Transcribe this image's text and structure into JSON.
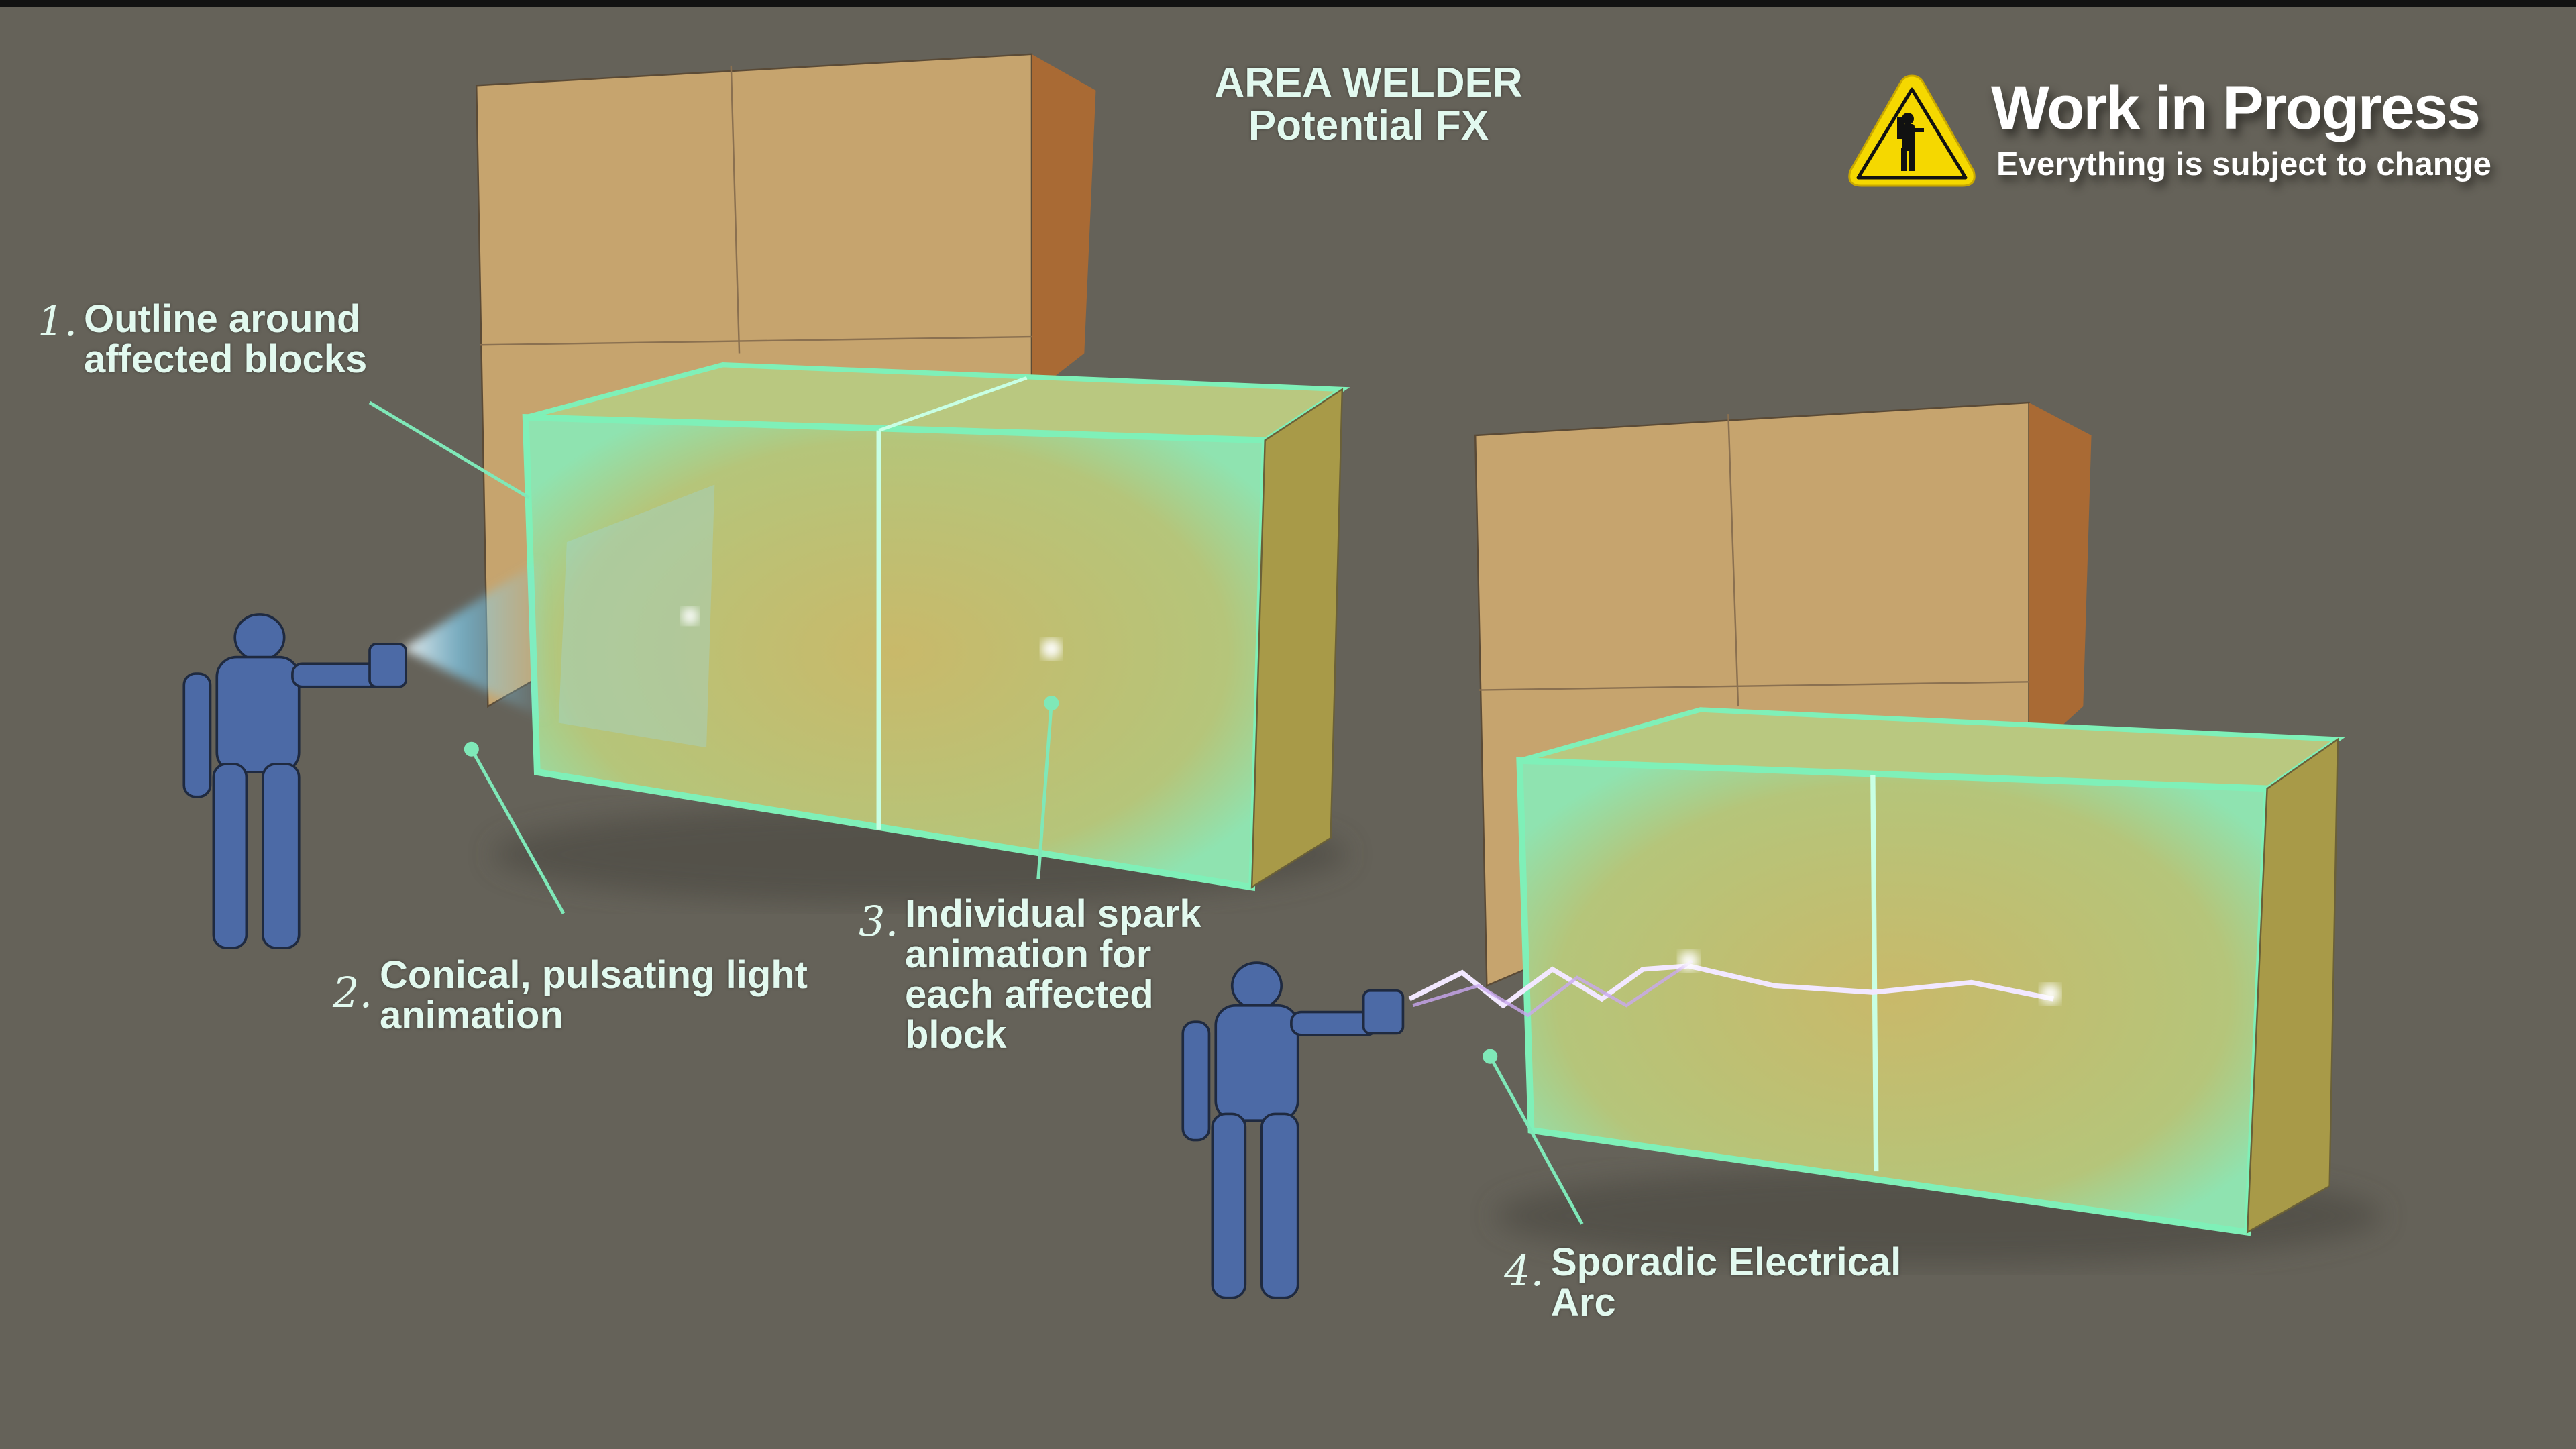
{
  "title": {
    "line1": "AREA WELDER",
    "line2": "Potential FX"
  },
  "badge": {
    "icon": "warning-welder-sign-icon",
    "title": "Work in Progress",
    "subtitle": "Everything is subject to change"
  },
  "annotations": [
    {
      "number": "1.",
      "lines": [
        "Outline around",
        "affected blocks"
      ]
    },
    {
      "number": "2.",
      "lines": [
        "Conical, pulsating light",
        "animation"
      ]
    },
    {
      "number": "3.",
      "lines": [
        "Individual spark",
        "animation for",
        "each affected",
        "block"
      ]
    },
    {
      "number": "4.",
      "lines": [
        "Sporadic Electrical",
        "Arc"
      ]
    }
  ],
  "colors": {
    "background": "#656259",
    "text": "#e2f9ef",
    "glow": "#7ff0b8",
    "block_tan": "#c6a46e",
    "block_side": "#a96a34",
    "block_glow_fill": "#c2b667",
    "figure": "#4c6aa6",
    "sign_yellow": "#f5d800"
  }
}
